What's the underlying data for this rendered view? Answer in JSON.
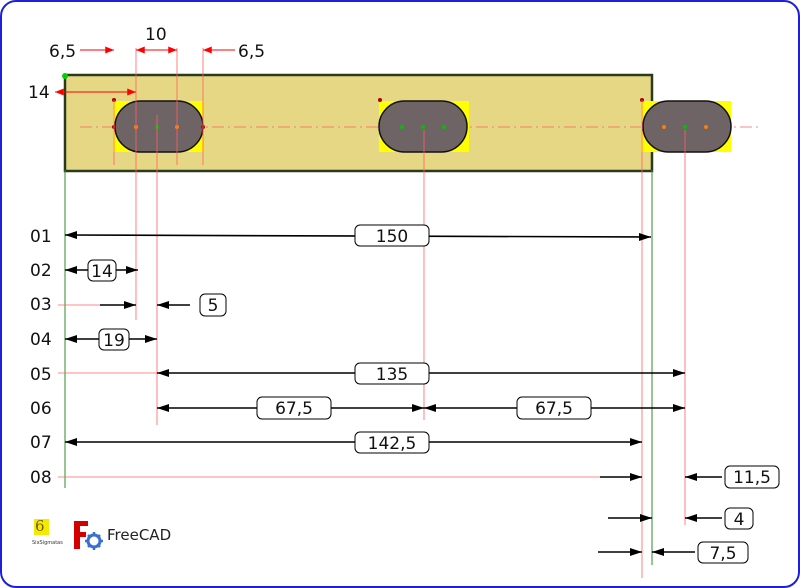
{
  "colors": {
    "frame": "#1f1fd8",
    "plate": "#e6d785",
    "plate_border": "#2a3a1e",
    "slot_fill": "#6e6466",
    "slot_pad": "#ffff00",
    "red": "#ff0000",
    "green": "#2e8b2e"
  },
  "top_dims": {
    "left": "6,5",
    "middle": "10",
    "right": "6,5",
    "height": "14"
  },
  "rows": [
    {
      "id": "01",
      "value": "150"
    },
    {
      "id": "02",
      "value": "14"
    },
    {
      "id": "03",
      "value": "5"
    },
    {
      "id": "04",
      "value": "19"
    },
    {
      "id": "05",
      "value": "135"
    },
    {
      "id": "06",
      "value_a": "67,5",
      "value_b": "67,5"
    },
    {
      "id": "07",
      "value": "142,5"
    },
    {
      "id": "08",
      "value": "11,5"
    }
  ],
  "extra_dims": {
    "a": "4",
    "b": "7,5"
  },
  "logos": {
    "sixsigma_mark": "6",
    "sixsigma_text": "SixSigmatas",
    "freecad_text": "FreeCAD"
  }
}
